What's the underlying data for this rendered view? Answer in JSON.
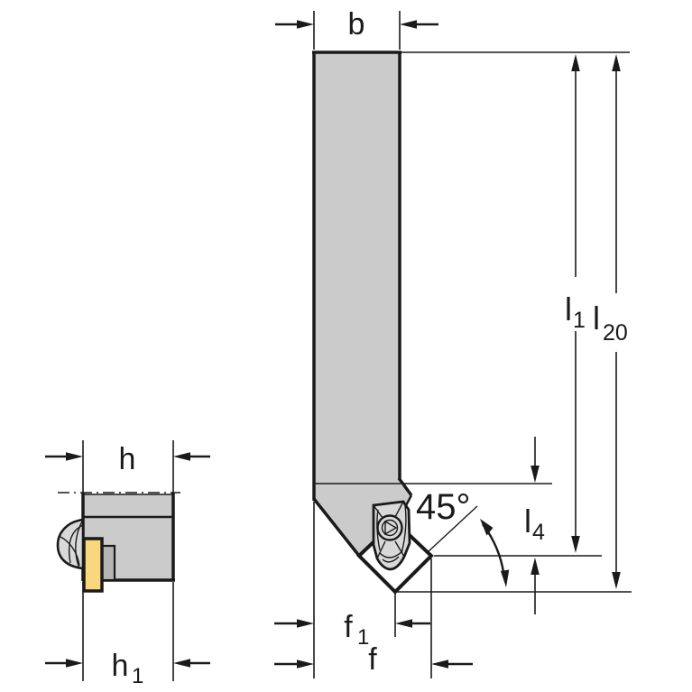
{
  "drawing": {
    "description": "technical-dimension-drawing-of-lathe-toolholder",
    "views": {
      "left": "side-view",
      "right": "front-view"
    }
  },
  "dimensions": {
    "b": {
      "label": "b"
    },
    "h": {
      "label": "h"
    },
    "h1": {
      "base": "h",
      "sub": "1"
    },
    "f1": {
      "base": "f",
      "sub": "1"
    },
    "f": {
      "label": "f"
    },
    "l1": {
      "base": "l",
      "sub": "1"
    },
    "l20": {
      "base": "l",
      "sub": "20"
    },
    "l4": {
      "base": "l",
      "sub": "4"
    },
    "angle": {
      "label": "45°"
    }
  },
  "colors": {
    "background": "#ffffff",
    "body": "#cbcbcb",
    "insert": "#f9d77e",
    "step": "#b5b5b5",
    "clamp": "#d9d9d9",
    "line": "#1a1a1a"
  }
}
